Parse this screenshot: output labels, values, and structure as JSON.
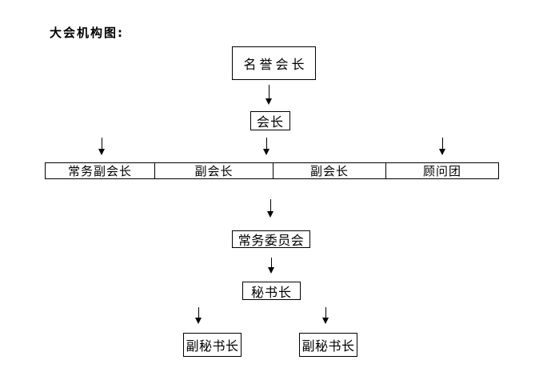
{
  "title": "大会机构图:",
  "org_chart": {
    "nodes": {
      "honorary_president": {
        "label": "名誉会长"
      },
      "president": {
        "label": "会长"
      },
      "standing_committee": {
        "label": "常务委员会"
      },
      "secretary_general": {
        "label": "秘书长"
      },
      "deputy_secretary_general_1": {
        "label": "副秘书长"
      },
      "deputy_secretary_general_2": {
        "label": "副秘书长"
      }
    },
    "second_level_row": {
      "cells": [
        "常务副会长",
        "副会长",
        "副会长",
        "顾问团"
      ]
    },
    "colors": {
      "line": "#000000",
      "text": "#000000",
      "background": "#ffffff"
    }
  }
}
